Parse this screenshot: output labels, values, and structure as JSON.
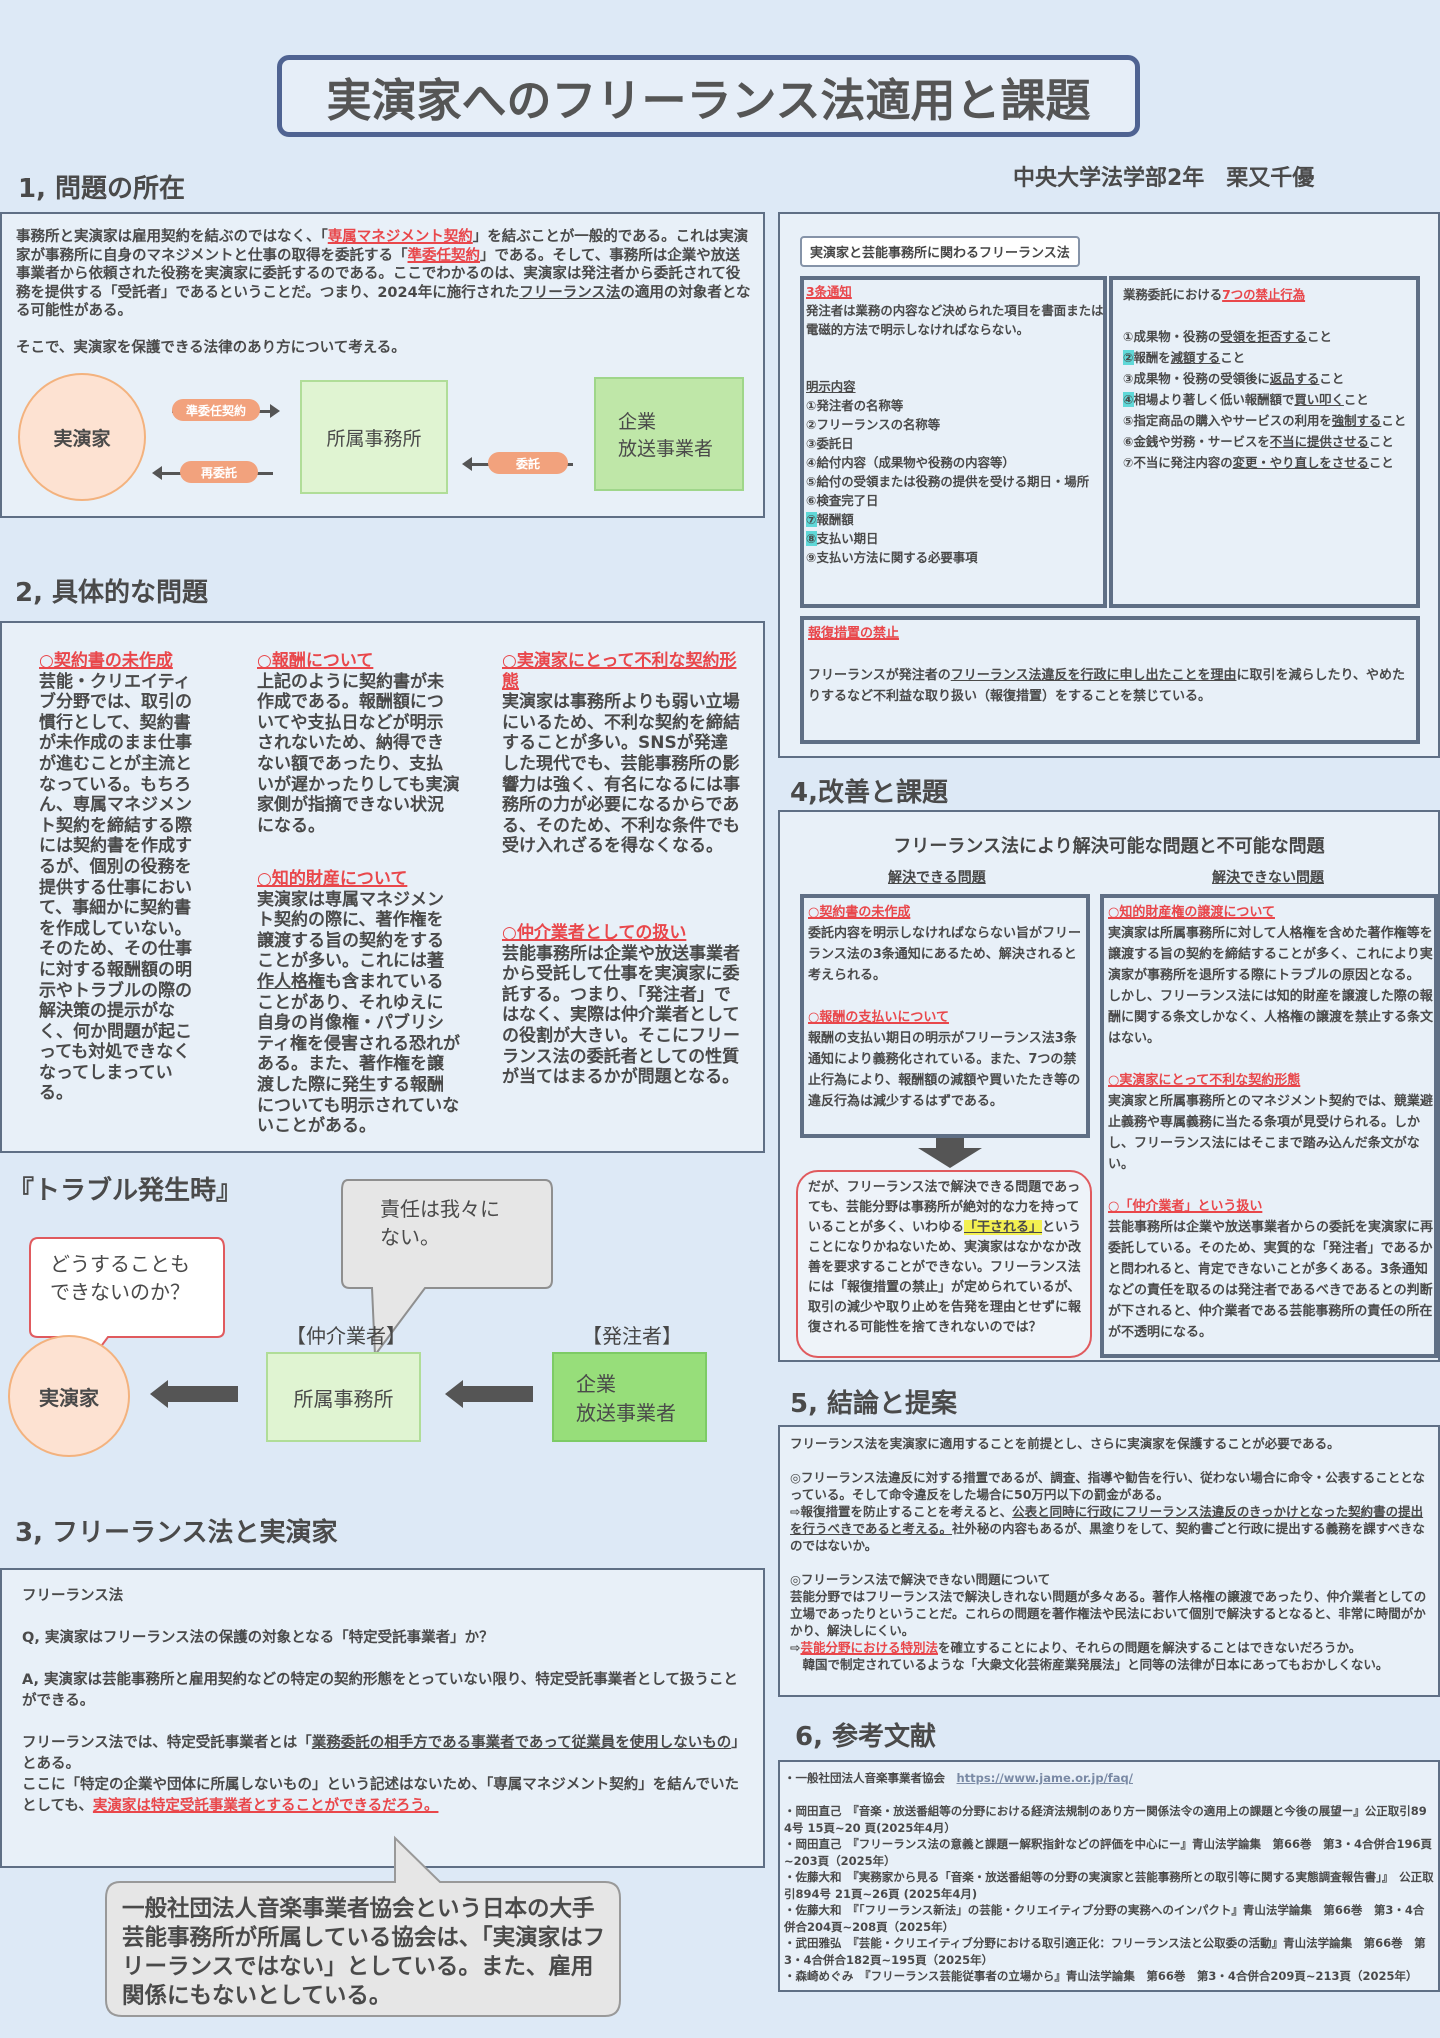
{
  "title": "実演家へのフリーランス法適用と課題",
  "author": "中央大学法学部2年　栗又千優",
  "s1": {
    "heading": "1, 問題の所在",
    "body": [
      [
        "事務所と実演家は雇用契約を結ぶのではなく、「",
        ""
      ],
      [
        "専属マネジメント契約",
        "r"
      ],
      [
        "」を結ぶことが一般的である。これは実演家が事務所に自身のマネジメントと仕事の取得を委託する「",
        ""
      ],
      [
        "準委任契約",
        "r"
      ],
      [
        "」である。そして、事務所は企業や放送事業者から依頼された役務を実演家に委託するのである。ここでわかるのは、実演家は発注者から委託されて役務を提供する「受託者」であるということだ。つまり、2024年に施行された",
        ""
      ],
      [
        "フリーランス法",
        "u"
      ],
      [
        "の適用の対象者となる可能性がある。\n\nそこで、実演家を保護できる法律のあり方について考える。",
        ""
      ]
    ],
    "diagram": {
      "performer": "実演家",
      "agency": "所属事務所",
      "client": "企業\n放送事業者",
      "arrow_quasi": "準委任契約",
      "arrow_resub": "再委託",
      "arrow_commission": "委託"
    }
  },
  "s2": {
    "heading": "2, 具体的な問題",
    "col1": [
      [
        "○契約書の未作成",
        "r"
      ],
      [
        "\n芸能・クリエイティブ分野では、取引の慣行として、契約書が未作成のまま仕事が進むことが主流となっている。もちろん、専属マネジメント契約を締結する際には契約書を作成するが、個別の役務を提供する仕事において、事細かに契約書を作成していない。そのため、その仕事に対する報酬額の明示やトラブルの際の解決策の提示がなく、何か問題が起こっても対処できなくなってしまっている。",
        ""
      ]
    ],
    "col2a": [
      [
        "○報酬について",
        "r"
      ],
      [
        "\n上記のように契約書が未作成である。報酬額についてや支払日などが明示されないため、納得できない額であったり、支払いが遅かったりしても実演家側が指摘できない状況になる。",
        ""
      ]
    ],
    "col2b": [
      [
        "○知的財産について",
        "r"
      ],
      [
        "\n実演家は専属マネジメント契約の際に、著作権を譲渡する旨の契約をすることが多い。これには",
        ""
      ],
      [
        "著作人格権",
        "u"
      ],
      [
        "も含まれていることがあり、それゆえに自身の肖像権・パブリシティ権を侵害される恐れがある。また、著作権を譲渡した際に発生する報酬についても明示されていないことがある。",
        ""
      ]
    ],
    "col3a": [
      [
        "○実演家にとって不利な契約形態",
        "r"
      ],
      [
        "\n実演家は事務所よりも弱い立場にいるため、不利な契約を締結することが多い。SNSが発達した現代でも、芸能事務所の影響力は強く、有名になるには事務所の力が必要になるからである、そのため、不利な条件でも受け入れざるを得なくなる。",
        ""
      ]
    ],
    "col3b": [
      [
        "○仲介業者としての扱い",
        "r"
      ],
      [
        "\n芸能事務所は企業や放送事業者から受託して仕事を実演家に委託する。つまり、「発注者」ではなく、実際は仲介業者としての役割が大きい。そこにフリーランス法の委託者としての性質が当てはまるかが問題となる。",
        ""
      ]
    ]
  },
  "trouble": {
    "heading": "『トラブル発生時』",
    "bubble_agency": "責任は我々に\nない。",
    "bubble_performer": "どうすることも\nできないのか？",
    "label_intermediary": "【仲介業者】",
    "label_orderer": "【発注者】",
    "performer": "実演家",
    "agency": "所属事務所",
    "client": "企業\n放送事業者"
  },
  "s3": {
    "heading": "3, フリーランス法と実演家",
    "body": [
      [
        "フリーランス法\n\nQ, 実演家はフリーランス法の保護の対象となる「特定受託事業者」か？\n\nA, 実演家は芸能事務所と雇用契約などの特定の契約形態をとっていない限り、特定受託事業者として扱うことができる。\n\nフリーランス法では、特定受託事業者とは「",
        ""
      ],
      [
        "業務委託の相手方である事業者であって従業員を使用しないもの",
        "u"
      ],
      [
        "」とある。\nここに「特定の企業や団体に所属しないもの」という記述はないため、「専属マネジメント契約」を結んでいたとしても、",
        ""
      ],
      [
        "実演家は特定受託事業者とすることができるだろう。",
        "r"
      ]
    ],
    "callout": "一般社団法人音楽事業者協会という日本の大手芸能事務所が所属している協会は、「実演家はフリーランスではない」としている。また、雇用関係にもないとしている。"
  },
  "law": {
    "tag": "実演家と芸能事務所に関わるフリーランス法",
    "notice": [
      [
        "3条通知",
        "r"
      ],
      [
        "\n発注者は業務の内容など決められた項目を書面または電磁的方法で明示しなければならない。\n\n\n",
        ""
      ],
      [
        "明示内容",
        "u"
      ],
      [
        "\n①発注者の名称等\n②フリーランスの名称等\n③委託日\n④給付内容（成果物や役務の内容等）\n⑤給付の受領または役務の提供を受ける期日・場所\n⑥検査完了日\n",
        ""
      ],
      [
        "⑦",
        "c"
      ],
      [
        "報酬額\n",
        ""
      ],
      [
        "⑧",
        "c"
      ],
      [
        "支払い期日\n⑨支払い方法に関する必要事項",
        ""
      ]
    ],
    "prohibited": [
      [
        "業務委託における",
        ""
      ],
      [
        "7つの禁止行為",
        "r"
      ],
      [
        "\n\n①成果物・役務の",
        ""
      ],
      [
        "受領を拒否する",
        "u"
      ],
      [
        "こと\n",
        ""
      ],
      [
        "②",
        "c"
      ],
      [
        "報酬を",
        ""
      ],
      [
        "減額する",
        "u"
      ],
      [
        "こと\n③成果物・役務の受領後に",
        ""
      ],
      [
        "返品する",
        "u"
      ],
      [
        "こと\n",
        ""
      ],
      [
        "④",
        "c"
      ],
      [
        "相場より著しく低い報酬額で",
        ""
      ],
      [
        "買い叩く",
        "u"
      ],
      [
        "こと\n⑤指定商品の購入やサービスの利用を",
        ""
      ],
      [
        "強制する",
        "u"
      ],
      [
        "こと\n⑥金銭や労務・サービスを",
        ""
      ],
      [
        "不当に提供させる",
        "u"
      ],
      [
        "こと\n⑦不当に発注内容の",
        ""
      ],
      [
        "変更・やり直しをさせる",
        "u"
      ],
      [
        "こと",
        ""
      ]
    ],
    "retaliation": [
      [
        "報復措置の禁止",
        "r"
      ],
      [
        "\n\nフリーランスが発注者の",
        ""
      ],
      [
        "フリーランス法違反を行政に申し出たことを理由",
        "u"
      ],
      [
        "に取引を減らしたり、やめたりするなど不利益な取り扱い（報復措置）をすることを禁じている。",
        ""
      ]
    ]
  },
  "s4": {
    "heading": "4,改善と課題",
    "title": "フリーランス法により解決可能な問題と不可能な問題",
    "solvable_label": "解決できる問題",
    "unsolvable_label": "解決できない問題",
    "solvable": [
      [
        "○契約書の未作成",
        "r"
      ],
      [
        "\n委託内容を明示しなければならない旨がフリーランス法の3条通知にあるため、解決されると考えられる。\n\n",
        ""
      ],
      [
        "○報酬の支払いについて",
        "r"
      ],
      [
        "\n報酬の支払い期日の明示がフリーランス法3条通知により義務化されている。また、7つの禁止行為により、報酬額の減額や買いたたき等の違反行為は減少するはずである。",
        ""
      ]
    ],
    "however": [
      [
        "だが、フリーランス法で解決できる問題であっても、芸能分野は事務所が絶対的な力を持っていることが多く、いわゆる",
        ""
      ],
      [
        "「干される」",
        "hl"
      ],
      [
        "ということになりかねないため、実演家はなかなか改善を要求することができない。フリーランス法には「報復措置の禁止」が定められているが、取引の減少や取り止めを告発を理由とせずに報復される可能性を捨てきれないのでは？",
        ""
      ]
    ],
    "unsolvable": [
      [
        "○知的財産権の譲渡について",
        "r"
      ],
      [
        "\n実演家は所属事務所に対して人格権を含めた著作権等を譲渡する旨の契約を締結することが多く、これにより実演家が事務所を退所する際にトラブルの原因となる。\nしかし、フリーランス法には知的財産を譲渡した際の報酬に関する条文しかなく、人格権の譲渡を禁止する条文はない。\n\n",
        ""
      ],
      [
        "○実演家にとって不利な契約形態",
        "r"
      ],
      [
        "\n実演家と所属事務所とのマネジメント契約では、競業避止義務や専属義務に当たる条項が見受けられる。しかし、フリーランス法にはそこまで踏み込んだ条文がない。\n\n",
        ""
      ],
      [
        "○「仲介業者」という扱い",
        "r"
      ],
      [
        "\n芸能事務所は企業や放送事業者からの委託を実演家に再委託している。そのため、実質的な「発注者」であるかと問われると、肯定できないことが多くある。3条通知などの責任を取るのは発注者であるべきであるとの判断が下されると、仲介業者である芸能事務所の責任の所在が不透明になる。",
        ""
      ]
    ]
  },
  "s5": {
    "heading": "5, 結論と提案",
    "body": [
      [
        "フリーランス法を実演家に適用することを前提とし、さらに実演家を保護することが必要である。\n\n◎フリーランス法違反に対する措置であるが、調査、指導や勧告を行い、従わない場合に命令・公表することとなっている。そして命令違反をした場合に50万円以下の罰金がある。\n⇨報復措置を防止することを考えると、",
        ""
      ],
      [
        "公表と同時に行政にフリーランス法違反のきっかけとなった契約書の提出を行うべきであると考える。",
        "u"
      ],
      [
        "社外秘の内容もあるが、黒塗りをして、契約書ごと行政に提出する義務を課すべきなのではないか。\n\n◎フリーランス法で解決できない問題について\n芸能分野ではフリーランス法で解決しきれない問題が多々ある。著作人格権の譲渡であったり、仲介業者としての立場であったりということだ。これらの問題を著作権法や民法において個別で解決するとなると、非常に時間がかかり、解決しにくい。\n⇨",
        ""
      ],
      [
        "芸能分野における特別法",
        "r"
      ],
      [
        "を確立することにより、それらの問題を解決することはできないだろうか。\n　韓国で制定されているような「大衆文化芸術産業発展法」と同等の法律が日本にあってもおかしくない。",
        ""
      ]
    ]
  },
  "s6": {
    "heading": "6, 参考文献",
    "body": [
      [
        "・一般社団法人音楽事業者協会　",
        ""
      ],
      [
        "https://www.jame.or.jp/faq/",
        "lk"
      ],
      [
        "\n\n・岡田直己　『音楽・放送番組等の分野における経済法規制のあり方ー関係法令の適用上の課題と今後の展望ー』公正取引894号 15頁~20 頁(2025年4月）\n・岡田直己　『フリーランス法の意義と課題ー解釈指針などの評価を中心にー』青山法学論集　第66巻　第3・4合併合196頁~203頁（2025年）\n・佐藤大和　『実務家から見る「音楽・放送番組等の分野の実演家と芸能事務所との取引等に関する実態調査報告書」』　公正取引894号 21頁~26頁 (2025年4月)\n・佐藤大和　『「フリーランス新法」の芸能・クリエイティブ分野の実務へのインパクト』青山法学論集　第66巻　第3・4合併合204頁~208頁（2025年）\n・武田雅弘　『芸能・クリエイティブ分野における取引適正化：フリーランス法と公取委の活動』青山法学論集　第66巻　第3・4合併合182頁~195頁（2025年）\n・森崎めぐみ　『フリーランス芸能従事者の立場から』青山法学論集　第66巻　第3・4合併合209頁~213頁（2025年）",
        ""
      ]
    ]
  },
  "colors": {
    "accent_red": "#e9474b",
    "frame": "#5f6f85",
    "title_border": "#4f6392",
    "highlight_cyan": "#5fd8d8",
    "highlight_yellow": "#f3f051"
  }
}
